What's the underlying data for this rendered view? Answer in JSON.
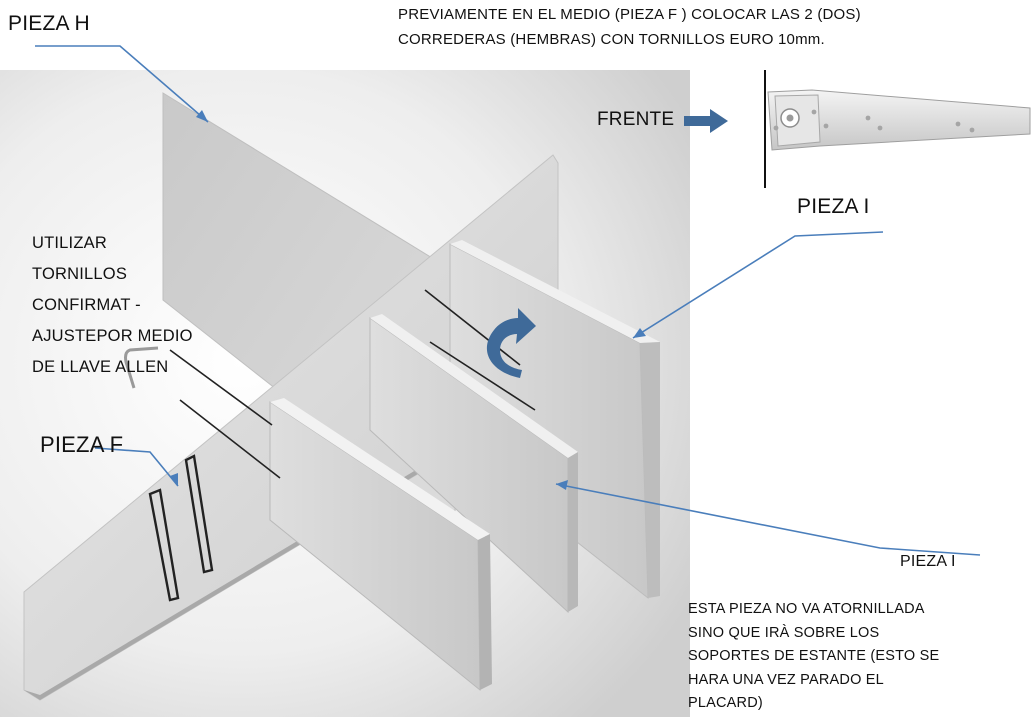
{
  "labels": {
    "pieza_h": "PIEZA H",
    "top_note": [
      "PREVIAMENTE EN EL MEDIO (PIEZA F ) COLOCAR LAS 2 (DOS)",
      "CORREDERAS (HEMBRAS) CON TORNILLOS EURO 10mm."
    ],
    "frente": "FRENTE",
    "pieza_i_top": "PIEZA I",
    "utilizar_note": [
      "UTILIZAR",
      "TORNILLOS",
      "CONFIRMAT -",
      "AJUSTEPOR MEDIO",
      "DE LLAVE ALLEN"
    ],
    "pieza_f": "PIEZA F",
    "pieza_i_bottom": "PIEZA I",
    "bottom_note": [
      "ESTA PIEZA NO VA ATORNILLADA",
      "SINO QUE IRÀ SOBRE LOS",
      "SOPORTES DE ESTANTE (ESTO SE",
      "HARA UNA VEZ PARADO EL",
      "PLACARD)"
    ]
  },
  "colors": {
    "leader_line": "#4a7ebb",
    "arrow_fill": "#3f6a99",
    "panel_light": "#e4e4e4",
    "panel_mid": "#d2d2d2",
    "panel_dark": "#b4b4b4",
    "backdrop": "#e9e9e9"
  }
}
